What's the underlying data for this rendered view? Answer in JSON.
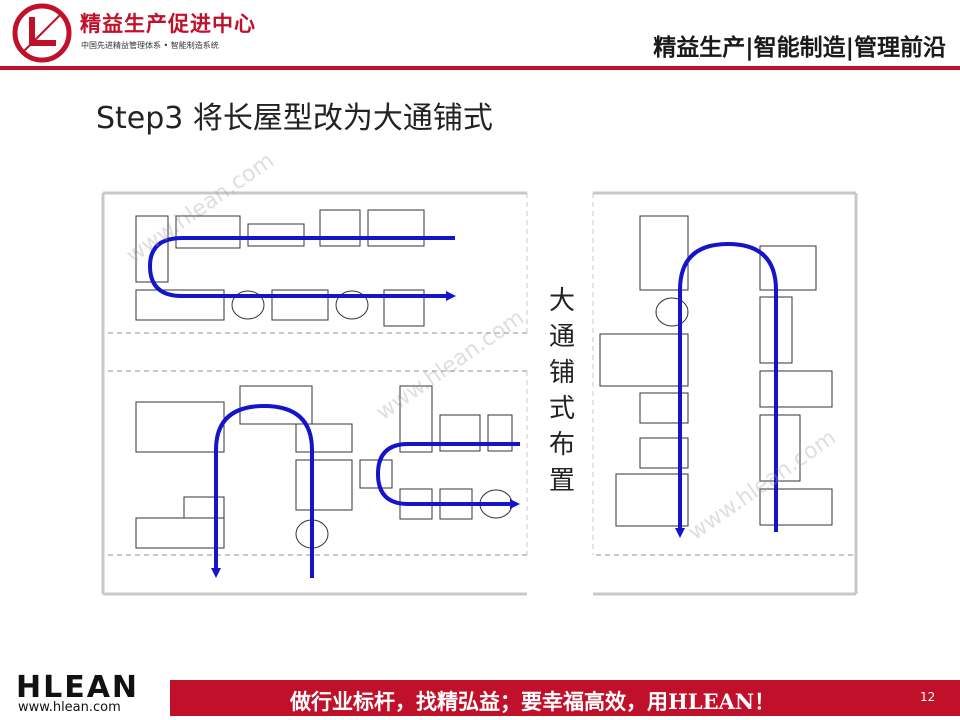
{
  "header": {
    "logo_text": "精益生产促进中心",
    "logo_subtitle": "中国先进精益管理体系 • 智能制造系统",
    "slogan": "精益生产|智能制造|管理前沿",
    "accent_color": "#c0102a"
  },
  "slide": {
    "title": "Step3  将长屋型改为大通铺式",
    "vertical_label": "大通铺式布置",
    "watermark": "www.hlean.com"
  },
  "footer": {
    "logo": "HLEAN",
    "url": "www.hlean.com",
    "slogan": "做行业标杆，找精弘益；要幸福高效，用HLEAN！",
    "page_number": "12"
  },
  "colors": {
    "flow_arrow": "#1414c8",
    "panel_border": "#c8c8c8",
    "dashed_line": "#909090"
  }
}
